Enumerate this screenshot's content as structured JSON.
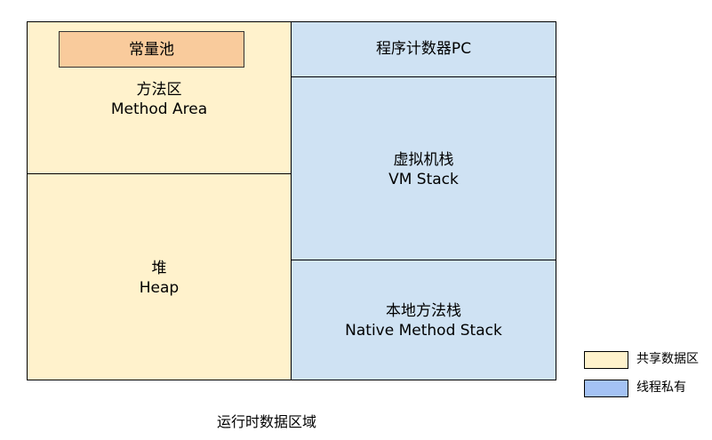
{
  "colors": {
    "shared": "#fff2cc",
    "private": "#cfe2f3",
    "constant_pool": "#f9cb9c",
    "border": "#000000"
  },
  "method_area": {
    "constant_pool": "常量池",
    "name_zh": "方法区",
    "name_en": "Method Area"
  },
  "heap": {
    "name_zh": "堆",
    "name_en": "Heap"
  },
  "pc_register": {
    "name": "程序计数器PC"
  },
  "vm_stack": {
    "name_zh": "虚拟机栈",
    "name_en": "VM Stack"
  },
  "native_stack": {
    "name_zh": "本地方法栈",
    "name_en": "Native Method Stack"
  },
  "legend": {
    "shared": "共享数据区",
    "private": "线程私有"
  },
  "caption": "运行时数据区域"
}
